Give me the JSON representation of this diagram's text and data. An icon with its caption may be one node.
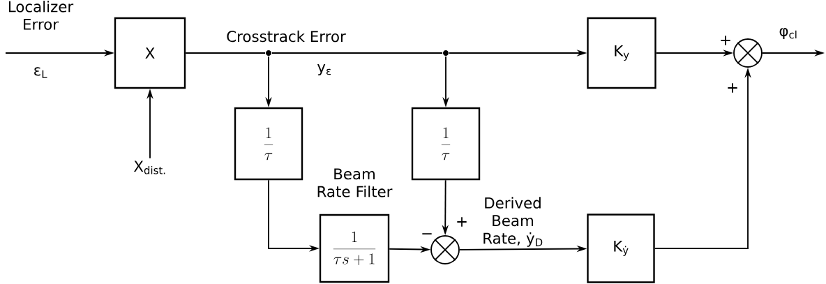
{
  "diagram": {
    "nodes": [
      {
        "text": [
          "X"
        ]
      },
      {
        "text": [
          "X$_{dist.}$"
        ]
      },
      {
        "text": [],
        "shape": "circle"
      },
      {
        "text": [],
        "shape": "circle"
      },
      {
        "text": [
          "K$_{y}$"
        ]
      },
      {
        "text": [],
        "shape": "circle"
      },
      {
        "text": [
          "\\frac{1}{\\tau}"
        ]
      },
      {
        "text": [
          "\\frac{1}{\\tau}"
        ]
      },
      {
        "text": [
          "Beam Rate Filter",
          "\\frac{1}{\\tau s+1}"
        ]
      },
      {
        "text": [],
        "shape": "circle"
      },
      {
        "text": [
          "K$_{ẏ}$"
        ]
      }
    ],
    "edges": [
      {
        "from": null,
        "to": 0,
        "arrow": "to",
        "label": "Localizer Error"
      },
      {
        "from": 1,
        "to": 0,
        "arrow": "to"
      },
      {
        "from": 0,
        "to": 2,
        "arrow": "none"
      },
      {
        "from": 2,
        "to": 3,
        "arrow": "none"
      },
      {
        "from": 3,
        "to": 4,
        "arrow": "to"
      },
      {
        "from": 4,
        "to": 5,
        "arrow": "to",
        "label": "+"
      },
      {
        "from": 5,
        "to": null,
        "arrow": "to",
        "label": "φ$_{cl}$"
      },
      {
        "from": 2,
        "to": 6,
        "arrow": "to"
      },
      {
        "from": 3,
        "to": 7,
        "arrow": "to"
      },
      {
        "from": 6,
        "to": 8,
        "arrow": "to"
      },
      {
        "from": 8,
        "to": 9,
        "arrow": "to",
        "label": "−"
      },
      {
        "from": 7,
        "to": 9,
        "arrow": "to",
        "label": "+"
      },
      {
        "from": 9,
        "to": 10,
        "arrow": "to",
        "label": "Derived Beam Rate, ẏ$_{D}$"
      },
      {
        "from": 10,
        "to": 5,
        "arrow": "to",
        "label": "+"
      }
    ],
    "labels": [
      "ε$_{L}$",
      "Crosstrack Error",
      "y$_{ε}$"
    ]
  }
}
